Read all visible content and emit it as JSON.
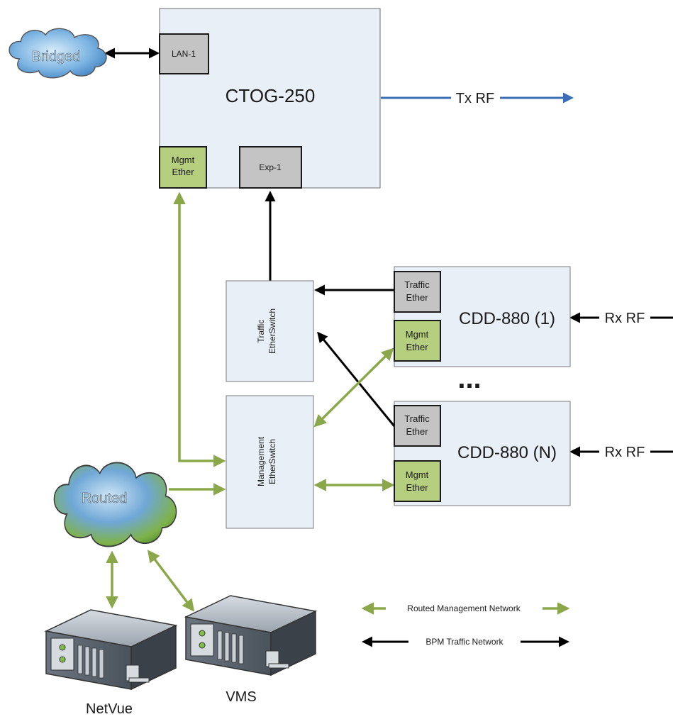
{
  "nodes": {
    "ctog": {
      "title": "CTOG-250",
      "lan1": "LAN-1",
      "mgmt_line1": "Mgmt",
      "mgmt_line2": "Ether",
      "exp1": "Exp-1"
    },
    "cdd1": {
      "title": "CDD-880 (1)",
      "traffic_line1": "Traffic",
      "traffic_line2": "Ether",
      "mgmt_line1": "Mgmt",
      "mgmt_line2": "Ether"
    },
    "cddn": {
      "title": "CDD-880 (N)",
      "traffic_line1": "Traffic",
      "traffic_line2": "Ether",
      "mgmt_line1": "Mgmt",
      "mgmt_line2": "Ether"
    },
    "traffic_switch": {
      "line1": "Traffic",
      "line2": "EtherSwitch"
    },
    "mgmt_switch": {
      "line1": "Management",
      "line2": "EtherSwitch"
    },
    "ellipsis": "...",
    "bridged": "Bridged",
    "routed": "Routed",
    "netvue": "NetVue",
    "vms": "VMS"
  },
  "signals": {
    "tx": "Tx RF",
    "rx1": "Rx RF",
    "rxn": "Rx RF"
  },
  "legend": {
    "mgmt": "Routed Management Network",
    "traffic": "BPM Traffic Network"
  },
  "colors": {
    "green": "#8aa84a",
    "green_fill": "#b5cf7e",
    "gray_fill": "#c4c4c4",
    "box_fill": "#e9eff7",
    "blue": "#3a6fb5",
    "black": "#000000"
  }
}
